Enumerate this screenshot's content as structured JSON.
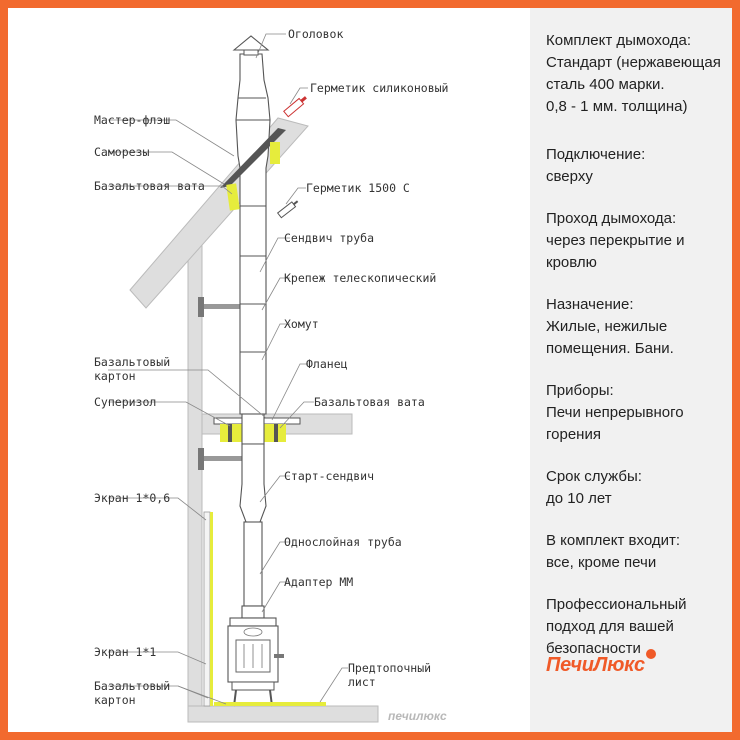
{
  "labels": {
    "ogolovok": "Оголовок",
    "germetik_silicone": "Герметик силиконовый",
    "master_flash": "Мастер-флэш",
    "samorezy": "Саморезы",
    "bazalt_vata_top": "Базальтовая вата",
    "germetik_1500": "Герметик 1500 С",
    "sendvich_truba": "Сендвич труба",
    "krepezh": "Крепеж телескопический",
    "khomut": "Хомут",
    "bazalt_karton_mid_1": "Базальтовый",
    "bazalt_karton_mid_2": "картон",
    "flanets": "Фланец",
    "superizol": "Суперизол",
    "bazalt_vata_mid": "Базальтовая вата",
    "start_sendvich": "Старт-сендвич",
    "ekran_06": "Экран 1*0,6",
    "odnosloynaya": "Однослойная труба",
    "adapter": "Адаптер ММ",
    "ekran_1": "Экран 1*1",
    "bazalt_karton_bot_1": "Базальтовый",
    "bazalt_karton_bot_2": "картон",
    "predtopochny_1": "Предтопочный",
    "predtopochny_2": "лист",
    "watermark": "печилюкс"
  },
  "info": {
    "blocks": [
      {
        "lines": [
          "Комплект дымохода:",
          "Стандарт (нержавеющая",
          "сталь 400 марки.",
          "0,8 - 1 мм. толщина)"
        ]
      },
      {
        "lines": [
          "Подключение:",
          "сверху"
        ]
      },
      {
        "lines": [
          "Проход дымохода:",
          "через перекрытие и",
          "кровлю"
        ]
      },
      {
        "lines": [
          "Назначение:",
          "Жилые, нежилые",
          "помещения. Бани."
        ]
      },
      {
        "lines": [
          "Приборы:",
          "Печи непрерывного",
          "горения"
        ]
      },
      {
        "lines": [
          "Срок службы:",
          "до 10 лет"
        ]
      },
      {
        "lines": [
          "В комплект входит:",
          "все, кроме печи"
        ]
      },
      {
        "lines": [
          "Профессиональный",
          "подход для вашей",
          "безопасности"
        ]
      }
    ],
    "brand": "ПечиЛюкс"
  },
  "colors": {
    "border": "#f26a2e",
    "panel": "#f1f1f1",
    "insulation": "#e6ec3c",
    "brand": "#f05a28"
  }
}
